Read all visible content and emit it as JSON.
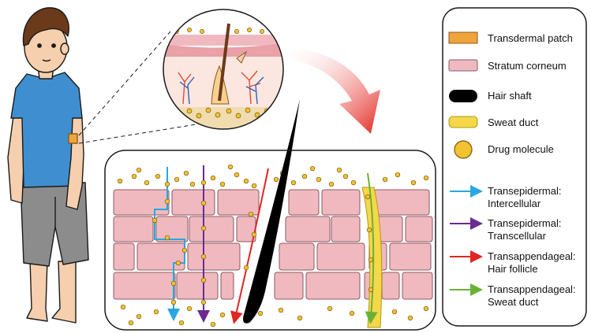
{
  "colors": {
    "patch": "#f0a43a",
    "stratum_corneum": "#f0b9c0",
    "brick_stroke": "#8a5a5f",
    "hair_shaft": "#000000",
    "sweat_duct": "#f5d84a",
    "drug_molecule": "#f2c230",
    "intercellular": "#2aa7e0",
    "transcellular": "#6a2b93",
    "hair_follicle": "#e3251f",
    "sweat_duct_route": "#6ab235",
    "skin": "#f6cfae",
    "shirt": "#3f8fd0",
    "shorts": "#8c8c8c",
    "hair": "#6b3a1a",
    "arrow_big": "#e3251f"
  },
  "legend": {
    "items": [
      {
        "id": "patch",
        "label": "Transdermal patch",
        "icon": "patch-swatch"
      },
      {
        "id": "stratum",
        "label": "Stratum corneum",
        "icon": "brick-swatch"
      },
      {
        "id": "hair",
        "label": "Hair shaft",
        "icon": "hair-swatch"
      },
      {
        "id": "sweat",
        "label": "Sweat duct",
        "icon": "duct-swatch"
      },
      {
        "id": "drug",
        "label": "Drug molecule",
        "icon": "molecule-swatch"
      }
    ],
    "routes": [
      {
        "id": "intercellular",
        "line1": "Transepidermal:",
        "line2": "Intercellular"
      },
      {
        "id": "transcellular",
        "line1": "Transepidermal:",
        "line2": "Transcellular"
      },
      {
        "id": "follicle",
        "line1": "Transappendageal:",
        "line2": "Hair follicle"
      },
      {
        "id": "sweat_route",
        "line1": "Transappendageal:",
        "line2": "Sweat duct"
      }
    ]
  }
}
